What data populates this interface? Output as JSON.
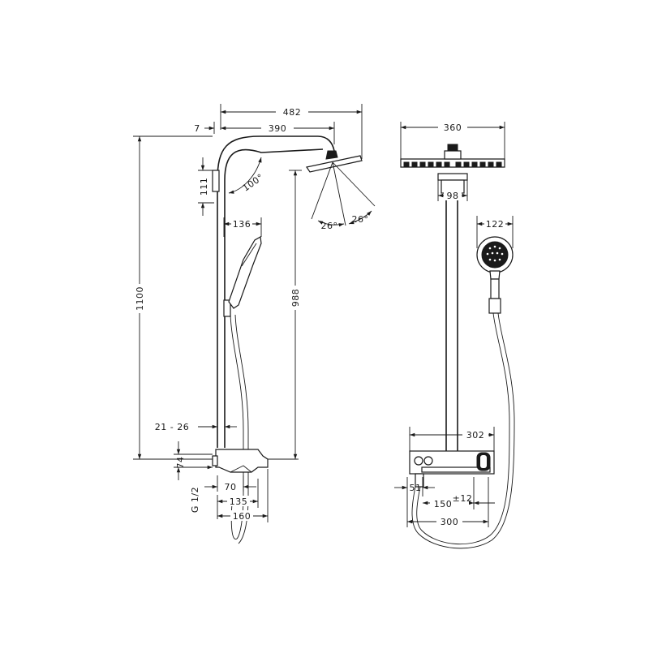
{
  "dimensions": {
    "overall_width": "482",
    "arm_offset": "7",
    "arm_reach": "390",
    "arm_angle": "100°",
    "rail_top": "111",
    "handshower_width": "136",
    "height_total": "1100",
    "head_height": "988",
    "wall_clearance": "21 - 26",
    "thermostat_height": "74",
    "thread": "G 1/2",
    "outlet": "70",
    "depth_135": "135",
    "depth_160": "160",
    "spray_angle_left": "26°",
    "spray_angle_right": "26°",
    "overhead_diameter": "360",
    "arm_width": "98",
    "hand_diameter": "122",
    "thermostat_width": "302",
    "offset_51": "51",
    "spacing_150": "150",
    "tolerance": "±12",
    "width_300": "300"
  },
  "colors": {
    "line": "#1a1a1a",
    "background": "#ffffff"
  }
}
